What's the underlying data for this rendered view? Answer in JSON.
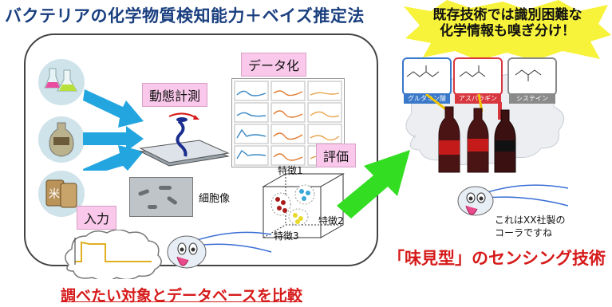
{
  "title": "バクテリアの化学物質検知能力＋ベイズ推定法",
  "starburst": {
    "line1": "既存技術では識別困難な",
    "line2": "化学情報も嗅ぎ分け！"
  },
  "labels": {
    "dynamics": "動態計測",
    "data_conversion": "データ化",
    "evaluation": "評価",
    "input": "入力",
    "cell_image": "細胞像",
    "feature1": "特徴1",
    "feature2": "特徴2",
    "feature3": "特徴3"
  },
  "chemicals": [
    "グルタミン酸",
    "アスパラギン",
    "システイン"
  ],
  "speech": {
    "line1": "これはXX社製の",
    "line2": "コーラですね"
  },
  "bottom_left": "調べたい対象とデータベースを比較",
  "bottom_right": "「味見型」のセンシング技術",
  "colors": {
    "title": "#1a3f7f",
    "accent_red": "#d61a1a",
    "arrow_blue": "#23a6e0",
    "arrow_green": "#33dd22",
    "label_pink": "#f9c8ea"
  }
}
